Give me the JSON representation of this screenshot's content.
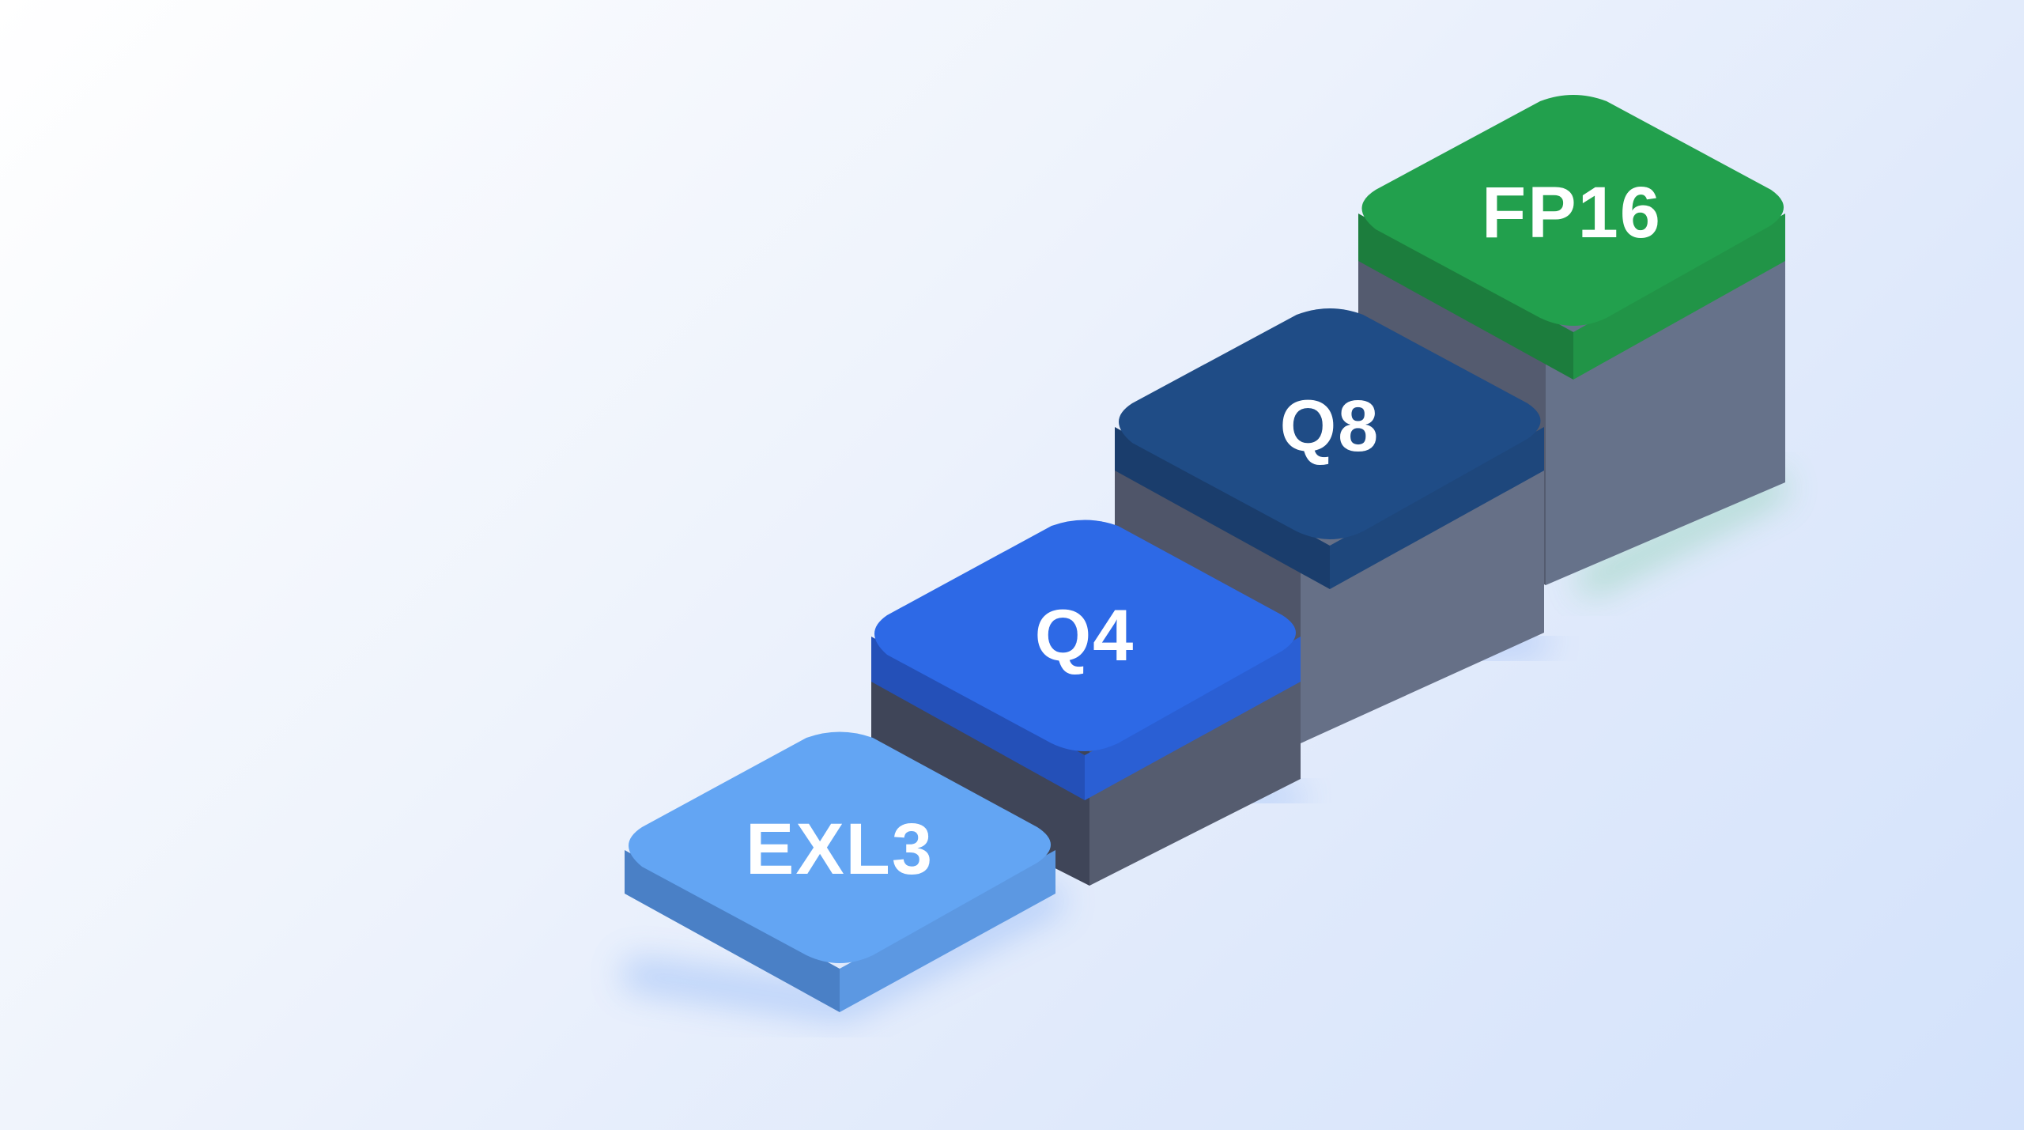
{
  "diagram": {
    "blocks": [
      {
        "id": "exl3",
        "label": "EXL3",
        "level": 0,
        "top_color": "#63a5f3",
        "side_left": "#4a80c6",
        "side_right": "#5c98e2"
      },
      {
        "id": "q4",
        "label": "Q4",
        "level": 1,
        "top_color": "#2d69e6",
        "side_left": "#2450b8",
        "side_right": "#2a5fd4"
      },
      {
        "id": "q8",
        "label": "Q8",
        "level": 2,
        "top_color": "#1f4c86",
        "side_left": "#1a3d6c",
        "side_right": "#1e477c"
      },
      {
        "id": "fp16",
        "label": "FP16",
        "level": 3,
        "top_color": "#22a04d",
        "side_left": "#1c7d3d",
        "side_right": "#219447"
      }
    ],
    "pillar_colors": {
      "left": "#4e5568",
      "right": "#66738a"
    }
  }
}
